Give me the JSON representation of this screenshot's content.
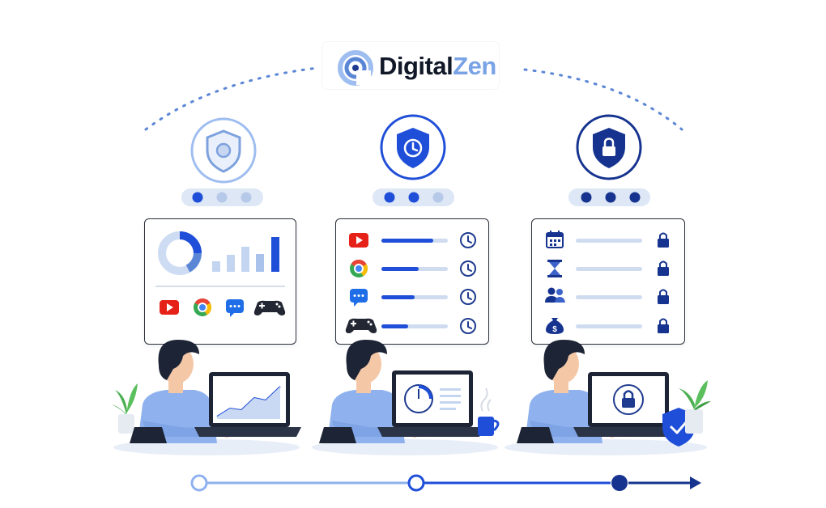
{
  "brand": {
    "word1": "Digital",
    "word2": "Zen"
  },
  "colors": {
    "primary": "#1f4ed8",
    "primary_dark": "#16348f",
    "light_blue": "#9ebdf0",
    "pale_blue": "#dde7f6",
    "youtube_red": "#e62117",
    "plant_green": "#4caf50"
  },
  "stages": [
    {
      "step": 1,
      "shield_icon": "shield-dot-icon",
      "progress_dots_filled": 1,
      "progress_dots_total": 3,
      "card": {
        "kind": "dashboard",
        "apps": [
          "youtube-icon",
          "chrome-icon",
          "chat-icon",
          "gamepad-icon"
        ]
      }
    },
    {
      "step": 2,
      "shield_icon": "shield-clock-icon",
      "progress_dots_filled": 2,
      "progress_dots_total": 3,
      "card": {
        "kind": "timers",
        "rows": [
          {
            "app": "youtube-icon",
            "fill": 0.78
          },
          {
            "app": "chrome-icon",
            "fill": 0.56
          },
          {
            "app": "chat-icon",
            "fill": 0.5
          },
          {
            "app": "gamepad-icon",
            "fill": 0.4
          }
        ]
      }
    },
    {
      "step": 3,
      "shield_icon": "shield-lock-icon",
      "progress_dots_filled": 3,
      "progress_dots_total": 3,
      "card": {
        "kind": "locks",
        "rows": [
          "calendar-icon",
          "hourglass-icon",
          "users-icon",
          "money-bag-icon"
        ]
      }
    }
  ]
}
